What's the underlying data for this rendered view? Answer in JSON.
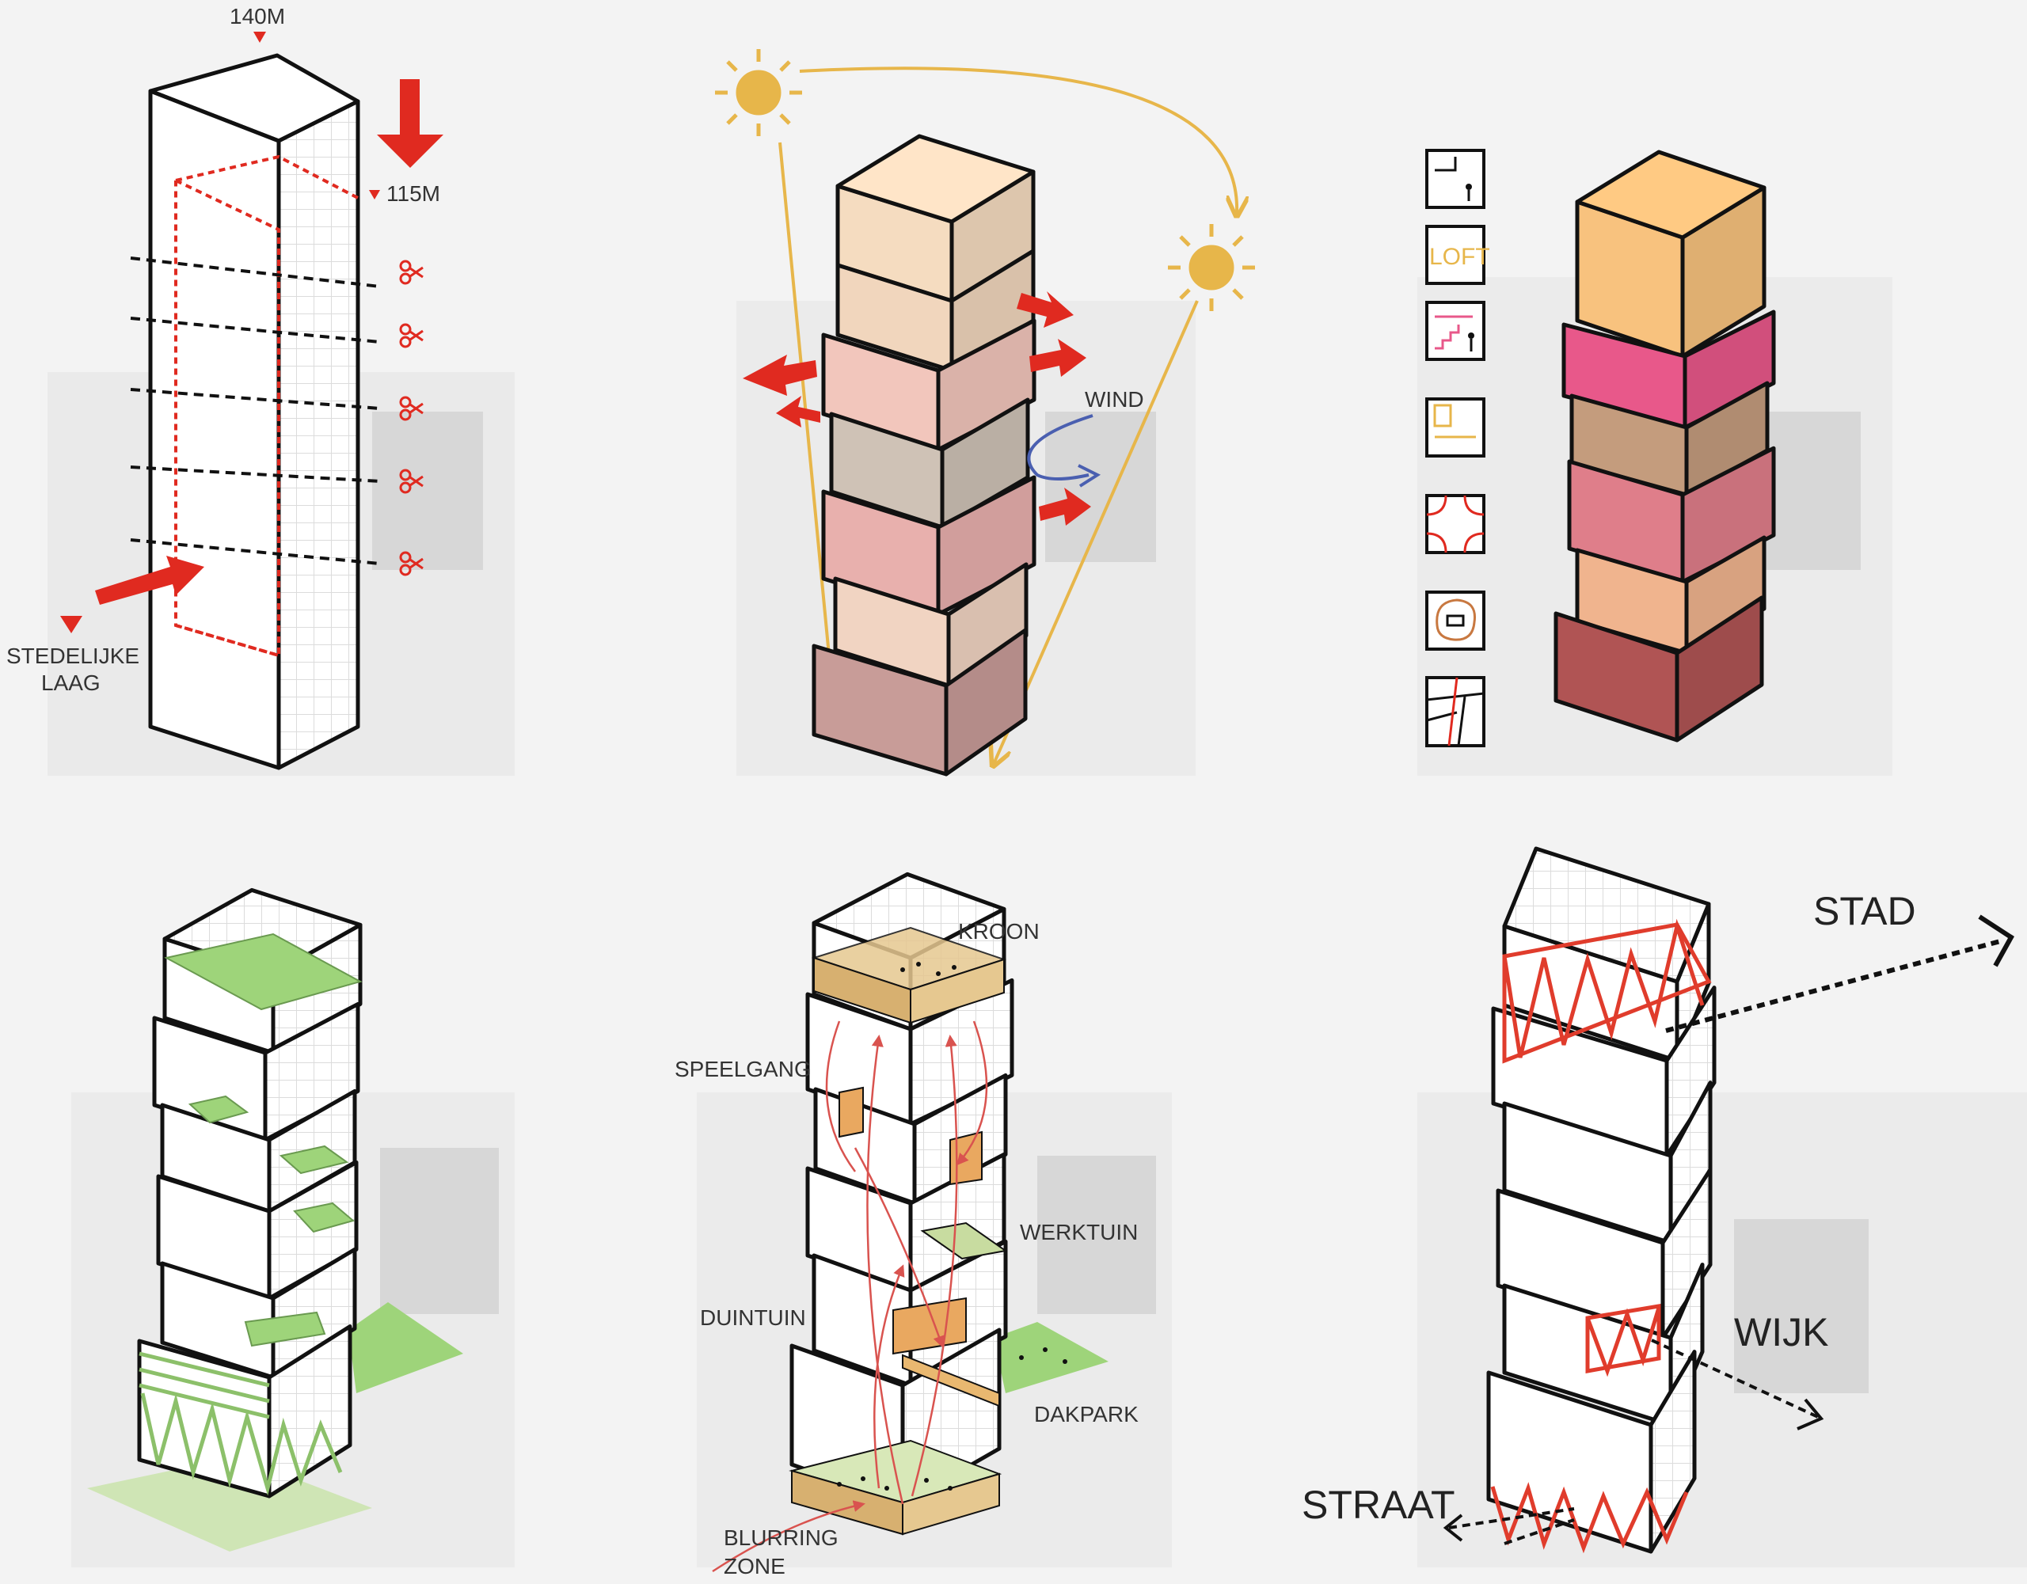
{
  "diagram": {
    "panels": [
      {
        "id": "cut",
        "labels": {
          "top_height": "140M",
          "cut_height": "115M",
          "urban_layer_1": "STEDELIJKE",
          "urban_layer_2": "LAAG"
        }
      },
      {
        "id": "climate",
        "labels": {
          "wind": "WIND"
        },
        "block_colors": [
          "#f5dcc0",
          "#f1d6bd",
          "#f2c6bc",
          "#cfc2b6",
          "#e8b0ad",
          "#f1d4c2",
          "#c89c98"
        ],
        "sun_color": "#e7b64a",
        "arrow_color": "#e02a20",
        "wind_color": "#4a5fb0"
      },
      {
        "id": "program",
        "legend": [
          {
            "icon": "studio-icon"
          },
          {
            "icon": "loft-icon",
            "text": "LOFT"
          },
          {
            "icon": "stair-icon"
          },
          {
            "icon": "plan-icon"
          },
          {
            "icon": "crossroads-icon"
          },
          {
            "icon": "park-icon"
          },
          {
            "icon": "route-icon"
          }
        ],
        "block_colors": [
          "#f8c27e",
          "#e8588a",
          "#c49c7d",
          "#df7e8a",
          "#f0b48e",
          "#b05454"
        ]
      },
      {
        "id": "green",
        "green_color": "#9ed47a"
      },
      {
        "id": "public-route",
        "labels": {
          "crown": "KROON",
          "play_corridor": "SPEELGANG",
          "work_garden": "WERKTUIN",
          "dune_garden": "DUINTUIN",
          "roof_park": "DAKPARK",
          "blurring_1": "BLURRING",
          "blurring_2": "ZONE"
        }
      },
      {
        "id": "scales",
        "labels": {
          "city": "STAD",
          "district": "WIJK",
          "street": "STRAAT"
        },
        "truss_color": "#e03c2c"
      }
    ]
  }
}
